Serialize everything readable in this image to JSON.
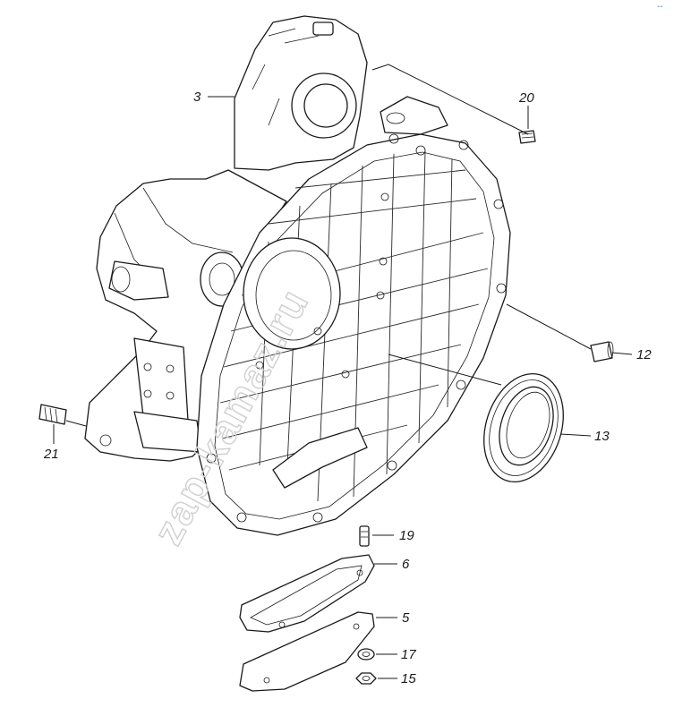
{
  "watermark": "zap-kamaz.ru",
  "corner_mark": "--",
  "callouts": {
    "c3": "3",
    "c20": "20",
    "c12": "12",
    "c13": "13",
    "c21": "21",
    "c19": "19",
    "c6": "6",
    "c5": "5",
    "c17": "17",
    "c15": "15"
  },
  "colors": {
    "line": "#1a1a1a",
    "watermark": "#cfcfcf",
    "background": "#ffffff"
  }
}
